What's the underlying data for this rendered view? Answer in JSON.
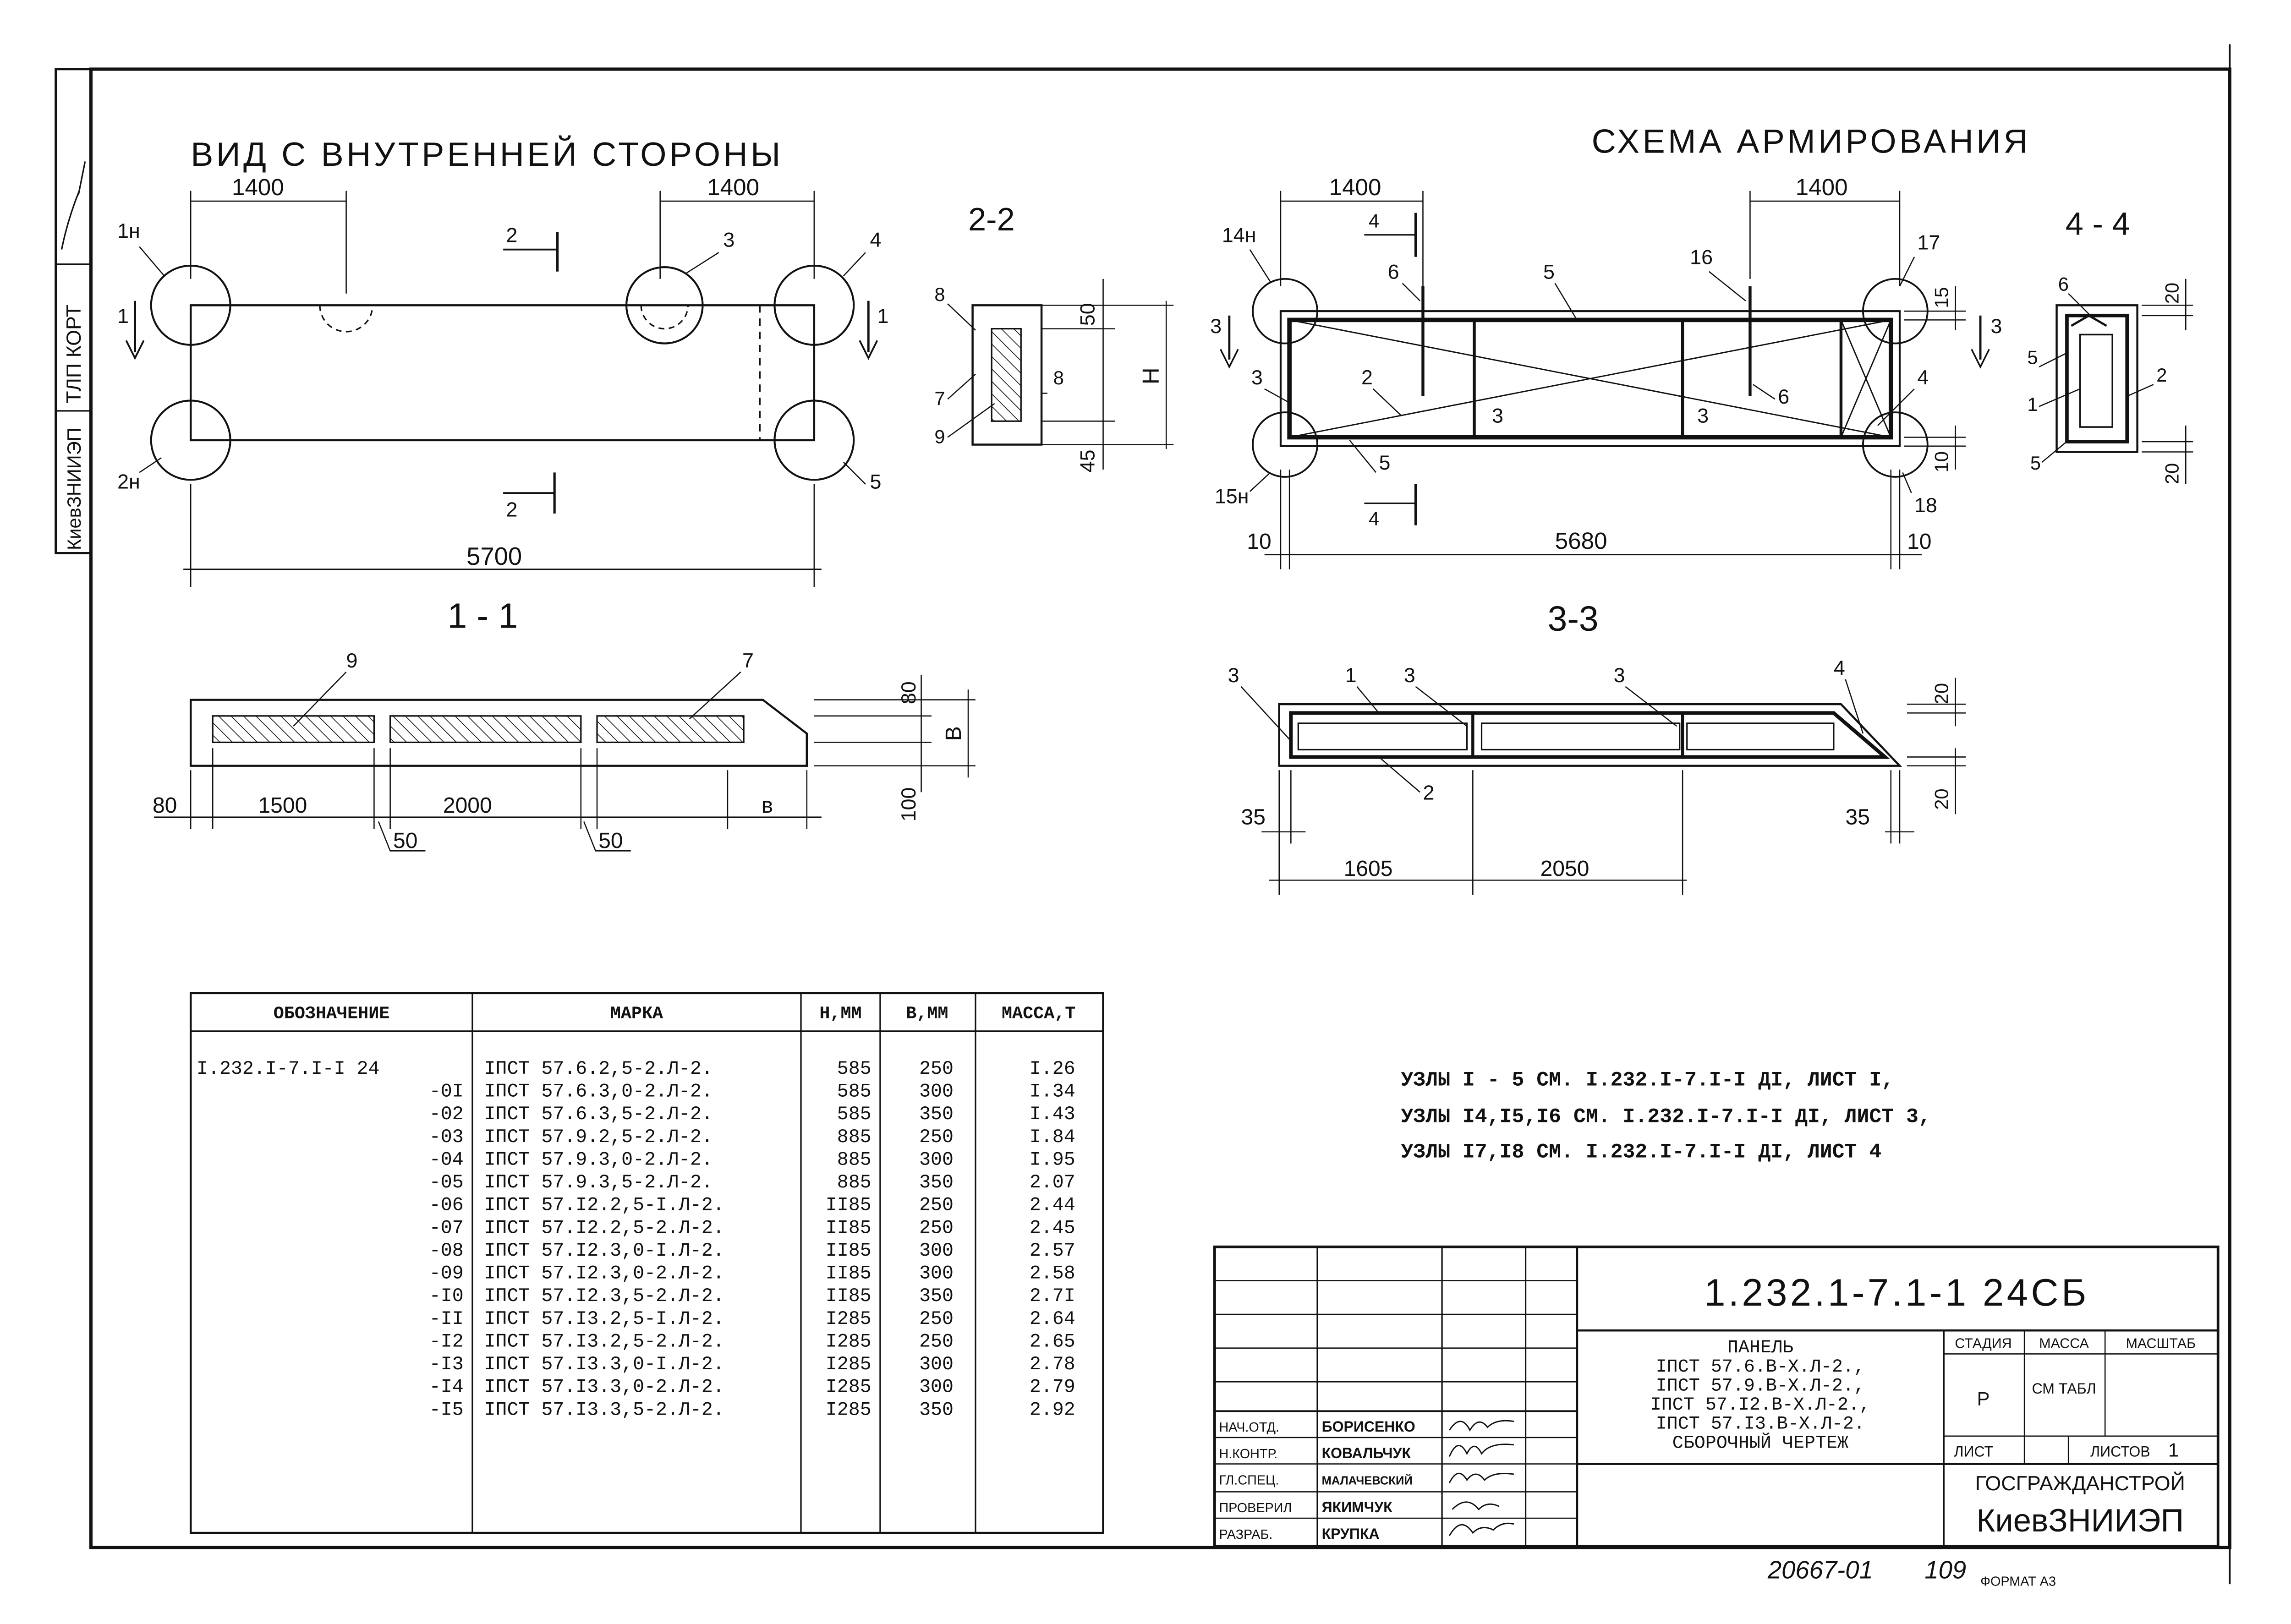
{
  "header": {
    "view_title": "ВИД С ВНУТРЕННЕЙ СТОРОНЫ",
    "scheme_title": "СХЕМА АРМИРОВАНИЯ"
  },
  "side_stamp": {
    "lines": [
      "КиевЗНИИЭП",
      "ТЛП КОРТ"
    ]
  },
  "view": {
    "dim_left": "1400",
    "dim_right": "1400",
    "dim_total": "5700",
    "nodes": [
      "1н",
      "2н",
      "3",
      "4",
      "5"
    ],
    "cut_marks": [
      "1",
      "1",
      "2",
      "2"
    ]
  },
  "section_2_2": {
    "title": "2-2",
    "labels": [
      "8",
      "7",
      "9",
      "8"
    ],
    "dims": [
      "50",
      "H",
      "45"
    ]
  },
  "section_1_1": {
    "title": "1 - 1",
    "labels": [
      "9",
      "7"
    ],
    "dims_bottom": [
      "80",
      "1500",
      "2000",
      "в",
      "50",
      "50"
    ],
    "dims_right": [
      "80",
      "B",
      "100"
    ]
  },
  "scheme": {
    "dims_top": [
      "1400",
      "1400"
    ],
    "dim_total": "5680",
    "dim_edges": [
      "10",
      "10"
    ],
    "dims_right": [
      "15",
      "10"
    ],
    "nodes": [
      "14н",
      "15н",
      "16",
      "17",
      "18"
    ],
    "labels": [
      "6",
      "5",
      "2",
      "3",
      "3",
      "3",
      "6",
      "4",
      "5"
    ],
    "cut_marks": [
      "4",
      "4",
      "3",
      "3"
    ]
  },
  "section_4_4": {
    "title": "4 - 4",
    "labels": [
      "6",
      "5",
      "1",
      "2",
      "5"
    ],
    "dims": [
      "20",
      "20"
    ]
  },
  "section_3_3": {
    "title": "3-3",
    "labels": [
      "3",
      "1",
      "3",
      "3",
      "4",
      "2"
    ],
    "dims_bottom": [
      "35",
      "35",
      "1605",
      "2050"
    ],
    "dims_right": [
      "20",
      "20"
    ]
  },
  "table": {
    "headers": [
      "ОБОЗНАЧЕНИЕ",
      "МАРКА",
      "H,MM",
      "B,MM",
      "МАССА,Т"
    ],
    "rows": [
      [
        "I.232.I-7.I-I 24",
        "IПСТ 57.6.2,5-2.Л-2.",
        "585",
        "250",
        "I.26"
      ],
      [
        "-0I",
        "IПСТ 57.6.3,0-2.Л-2.",
        "585",
        "300",
        "I.34"
      ],
      [
        "-02",
        "IПСТ 57.6.3,5-2.Л-2.",
        "585",
        "350",
        "I.43"
      ],
      [
        "-03",
        "IПСТ 57.9.2,5-2.Л-2.",
        "885",
        "250",
        "I.84"
      ],
      [
        "-04",
        "IПСТ 57.9.3,0-2.Л-2.",
        "885",
        "300",
        "I.95"
      ],
      [
        "-05",
        "IПСТ 57.9.3,5-2.Л-2.",
        "885",
        "350",
        "2.07"
      ],
      [
        "-06",
        "IПСТ 57.I2.2,5-I.Л-2.",
        "II85",
        "250",
        "2.44"
      ],
      [
        "-07",
        "IПСТ 57.I2.2,5-2.Л-2.",
        "II85",
        "250",
        "2.45"
      ],
      [
        "-08",
        "IПСТ 57.I2.3,0-I.Л-2.",
        "II85",
        "300",
        "2.57"
      ],
      [
        "-09",
        "IПСТ 57.I2.3,0-2.Л-2.",
        "II85",
        "300",
        "2.58"
      ],
      [
        "-I0",
        "IПСТ 57.I2.3,5-2.Л-2.",
        "II85",
        "350",
        "2.7I"
      ],
      [
        "-II",
        "IПСТ 57.I3.2,5-I.Л-2.",
        "I285",
        "250",
        "2.64"
      ],
      [
        "-I2",
        "IПСТ 57.I3.2,5-2.Л-2.",
        "I285",
        "250",
        "2.65"
      ],
      [
        "-I3",
        "IПСТ 57.I3.3,0-I.Л-2.",
        "I285",
        "300",
        "2.78"
      ],
      [
        "-I4",
        "IПСТ 57.I3.3,0-2.Л-2.",
        "I285",
        "300",
        "2.79"
      ],
      [
        "-I5",
        "IПСТ 57.I3.3,5-2.Л-2.",
        "I285",
        "350",
        "2.92"
      ]
    ]
  },
  "notes": [
    "УЗЛЫ  I - 5  СМ. I.232.I-7.I-I ДI, ЛИСТ I,",
    "УЗЛЫ  I4,I5,I6  СМ. I.232.I-7.I-I ДI, ЛИСТ 3,",
    "УЗЛЫ  I7,I8  СМ. I.232.I-7.I-I ДI, ЛИСТ 4"
  ],
  "title_block": {
    "doc_code": "1.232.1-7.1-1 24СБ",
    "name_lines": [
      "ПАНЕЛЬ",
      "IПСТ 57.6.В-Х.Л-2.,",
      "IПСТ 57.9.В-Х.Л-2.,",
      "IПСТ 57.I2.В-Х.Л-2.,",
      "IПСТ 57.I3.В-Х.Л-2.",
      "СБОРОЧНЫЙ ЧЕРТЕЖ"
    ],
    "stage_label": "СТАДИЯ",
    "mass_label": "МАССА",
    "scale_label": "МАСШТАБ",
    "stage_value": "Р",
    "mass_value": "СМ ТАБЛ",
    "sheet_label": "ЛИСТ",
    "sheets_label": "ЛИСТОВ",
    "sheets_value": "1",
    "org_line1": "ГОСГРАЖДАНСТРОЙ",
    "org_line2": "КиевЗНИИЭП",
    "signatures": [
      {
        "role": "НАЧ.ОТД.",
        "name": "БОРИСЕНКО"
      },
      {
        "role": "Н.КОНТР.",
        "name": "КОВАЛЬЧУК"
      },
      {
        "role": "ГЛ.СПЕЦ.",
        "name": "МАЛАЧЕВСКИЙ"
      },
      {
        "role": "ПРОВЕРИЛ",
        "name": "ЯКИМЧУК"
      },
      {
        "role": "РАЗРАБ.",
        "name": "КРУПКА"
      }
    ]
  },
  "footer": {
    "archive_no": "20667-01",
    "page_no": "109",
    "format": "ФОРМАТ А3"
  }
}
